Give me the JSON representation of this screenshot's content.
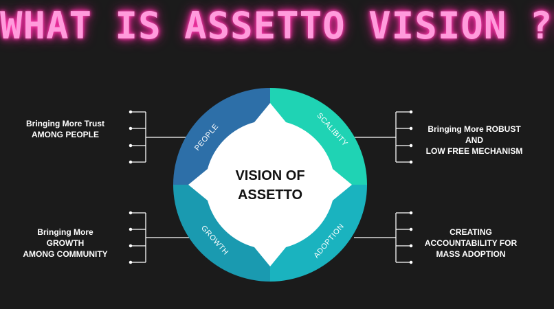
{
  "title": "WHAT IS ASSETTO VISION ??",
  "center": {
    "line1": "VISION OF",
    "line2": "ASSETTO"
  },
  "segments": [
    {
      "label": "PEOPLE",
      "color": "#2d6fa8"
    },
    {
      "label": "SCALIBITY",
      "color": "#1fd3b4"
    },
    {
      "label": "ADOPTION",
      "color": "#1ab3bf"
    },
    {
      "label": "GROWTH",
      "color": "#1a9ab0"
    }
  ],
  "descriptions": {
    "top_left": [
      "Bringing More Trust",
      "AMONG PEOPLE"
    ],
    "top_right": [
      "Bringing More ROBUST",
      "AND",
      "LOW FREE MECHANISM"
    ],
    "bottom_left": [
      "Bringing More",
      "GROWTH",
      "AMONG COMMUNITY"
    ],
    "bottom_right": [
      "CREATING",
      "ACCOUNTABILITY FOR",
      "MASS ADOPTION"
    ]
  },
  "colors": {
    "title_glow": "#ff2ea6",
    "background": "#1b1b1b",
    "connector": "#ffffff"
  }
}
